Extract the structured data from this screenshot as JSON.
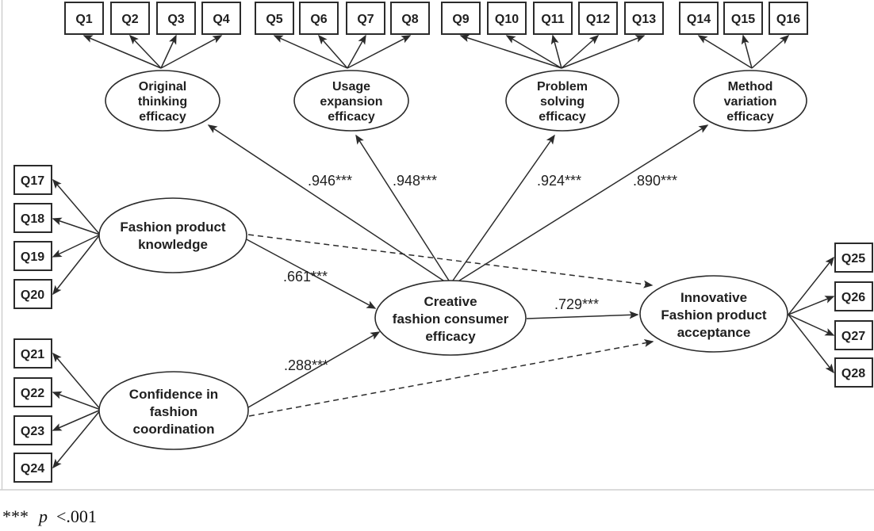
{
  "colors": {
    "ink": "#2b2b2b",
    "text": "#1f1f1f",
    "background": "#ffffff",
    "frame": "#cfcfcf"
  },
  "indicators": [
    "Q1",
    "Q2",
    "Q3",
    "Q4",
    "Q5",
    "Q6",
    "Q7",
    "Q8",
    "Q9",
    "Q10",
    "Q11",
    "Q12",
    "Q13",
    "Q14",
    "Q15",
    "Q16",
    "Q17",
    "Q18",
    "Q19",
    "Q20",
    "Q21",
    "Q22",
    "Q23",
    "Q24",
    "Q25",
    "Q26",
    "Q27",
    "Q28"
  ],
  "latents": [
    {
      "id": "original-thinking-efficacy",
      "label_lines": [
        "Original",
        "thinking",
        "efficacy"
      ]
    },
    {
      "id": "usage-expansion-efficacy",
      "label_lines": [
        "Usage",
        "expansion",
        "efficacy"
      ]
    },
    {
      "id": "problem-solving-efficacy",
      "label_lines": [
        "Problem",
        "solving",
        "efficacy"
      ]
    },
    {
      "id": "method-variation-efficacy",
      "label_lines": [
        "Method",
        "variation",
        "efficacy"
      ]
    },
    {
      "id": "fashion-product-knowledge",
      "label_lines": [
        "Fashion product",
        "knowledge"
      ]
    },
    {
      "id": "confidence-in-fashion-coordination",
      "label_lines": [
        "Confidence in",
        "fashion",
        "coordination"
      ]
    },
    {
      "id": "creative-fashion-consumer-efficacy",
      "label_lines": [
        "Creative",
        "fashion consumer",
        "efficacy"
      ]
    },
    {
      "id": "innovative-fashion-product-acceptance",
      "label_lines": [
        "Innovative",
        "Fashion product",
        "acceptance"
      ]
    }
  ],
  "paths": [
    {
      "from": "creative-fashion-consumer-efficacy",
      "to": "original-thinking-efficacy",
      "coefficient": ".946***",
      "style": "solid"
    },
    {
      "from": "creative-fashion-consumer-efficacy",
      "to": "usage-expansion-efficacy",
      "coefficient": ".948***",
      "style": "solid"
    },
    {
      "from": "creative-fashion-consumer-efficacy",
      "to": "problem-solving-efficacy",
      "coefficient": ".924***",
      "style": "solid"
    },
    {
      "from": "creative-fashion-consumer-efficacy",
      "to": "method-variation-efficacy",
      "coefficient": ".890***",
      "style": "solid"
    },
    {
      "from": "fashion-product-knowledge",
      "to": "creative-fashion-consumer-efficacy",
      "coefficient": ".661***",
      "style": "solid"
    },
    {
      "from": "confidence-in-fashion-coordination",
      "to": "creative-fashion-consumer-efficacy",
      "coefficient": ".288***",
      "style": "solid"
    },
    {
      "from": "creative-fashion-consumer-efficacy",
      "to": "innovative-fashion-product-acceptance",
      "coefficient": ".729***",
      "style": "solid"
    },
    {
      "from": "fashion-product-knowledge",
      "to": "innovative-fashion-product-acceptance",
      "coefficient": "",
      "style": "dashed"
    },
    {
      "from": "confidence-in-fashion-coordination",
      "to": "innovative-fashion-product-acceptance",
      "coefficient": "",
      "style": "dashed"
    }
  ],
  "footnote": {
    "stars": "***",
    "symbol": "p",
    "threshold": "<.001"
  }
}
